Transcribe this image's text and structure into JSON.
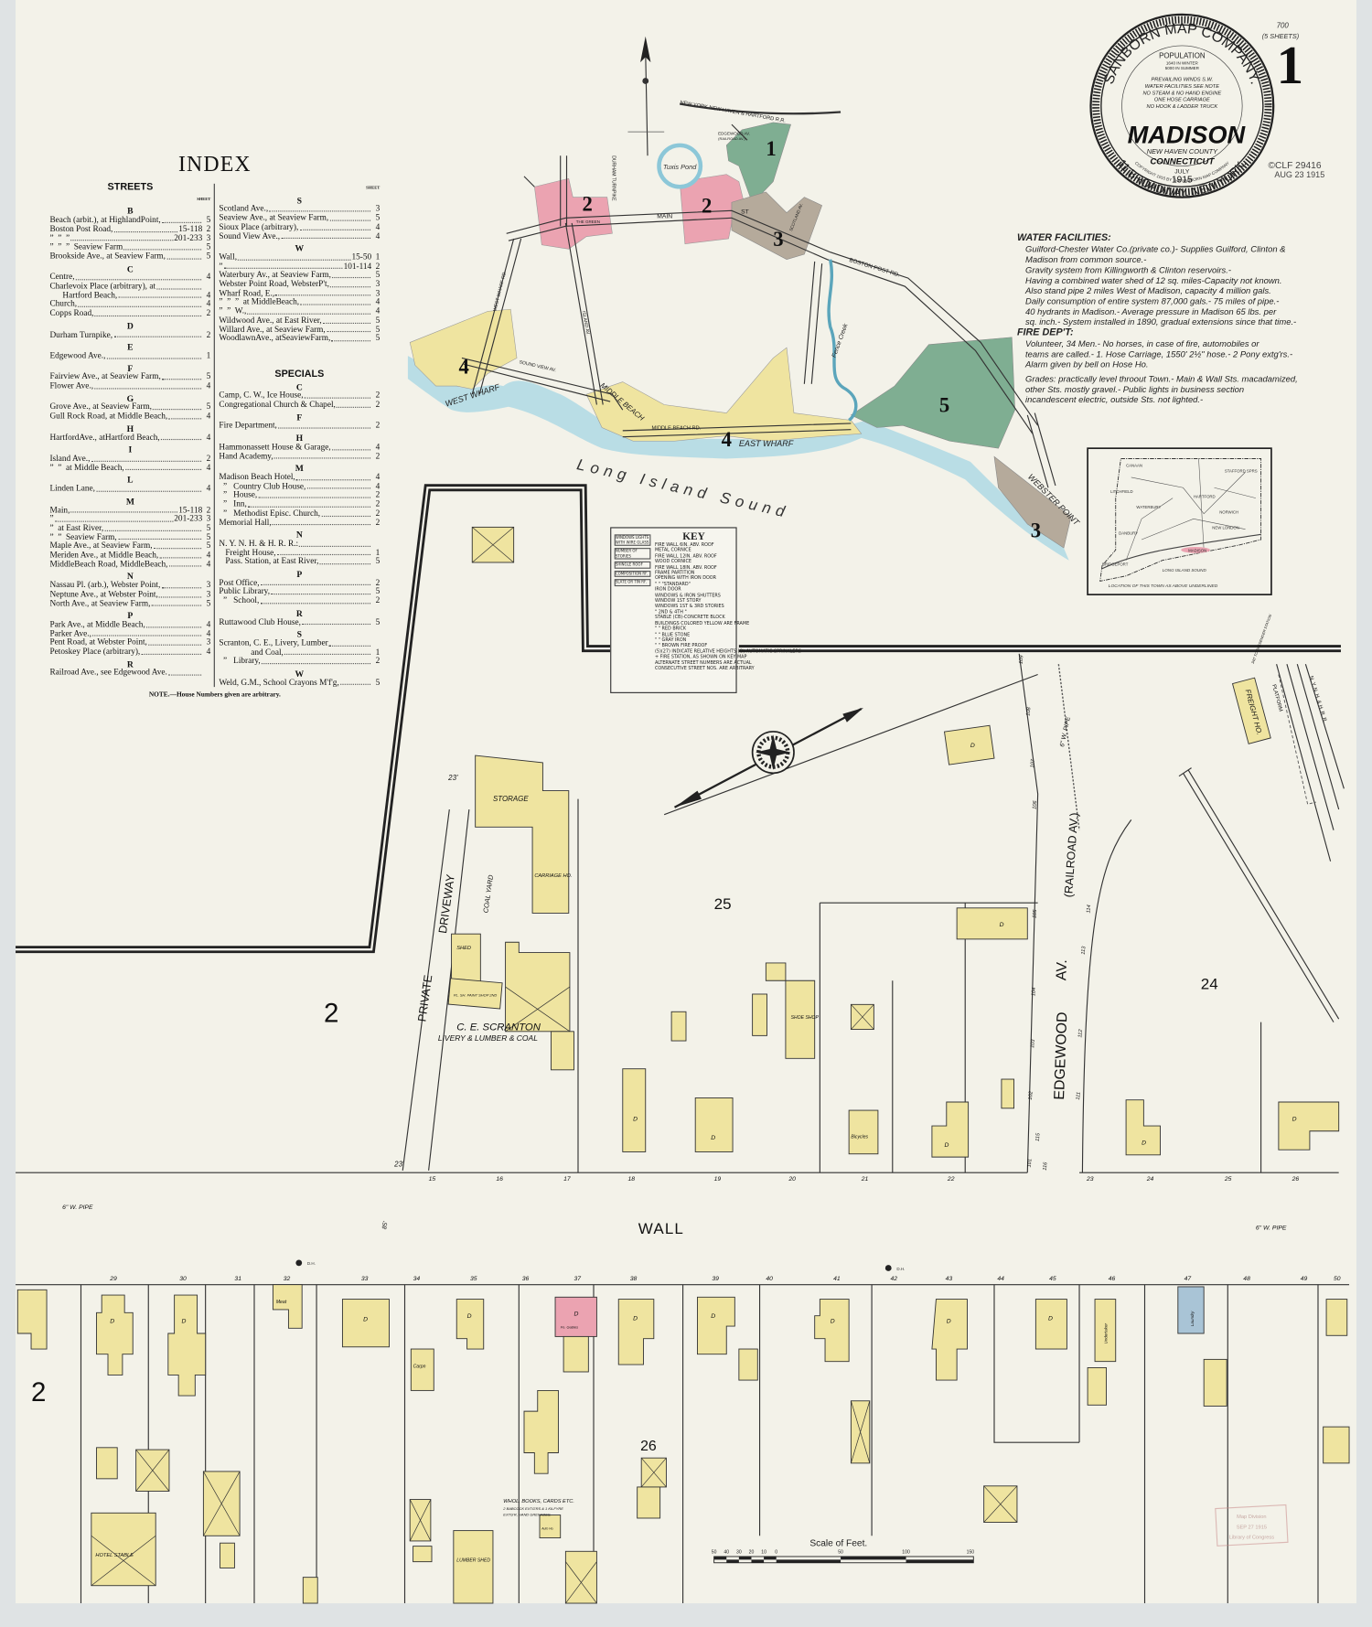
{
  "title_block": {
    "company": "SANBORN MAP COMPANY.",
    "population_label": "POPULATION",
    "population_winter": "1640 IN WINTER",
    "population_summer": "5000 IN SUMMER",
    "seal_notes": [
      "PREVAILING WINDS S.W.",
      "WATER FACILITIES SEE NOTE",
      "NO STEAM & NO HAND ENGINE",
      "ONE HOSE CARRIAGE",
      "NO HOOK & LADDER TRUCK"
    ],
    "town": "MADISON",
    "county": "NEW HAVEN COUNTY",
    "state": "CONNECTICUT",
    "month": "JULY",
    "year": "1915",
    "address": "11 BROADWAY, NEW YORK.",
    "copyright": "COPYRIGHT 1915 BY THE SANBORN MAP COMPANY",
    "sheet_number": "1",
    "sheet_count_note": "700",
    "sheets_total": "(5 SHEETS)",
    "copyright_stamp_1": "©CLF 29416",
    "copyright_stamp_2": "AUG 23 1915"
  },
  "index": {
    "title": "INDEX",
    "sheet_label": "SHEET",
    "streets_heading": "STREETS",
    "specials_heading": "SPECIALS",
    "note": "NOTE.—House Numbers given are arbitrary.",
    "streets": [
      {
        "letter": "B",
        "entries": [
          {
            "name": "Beach (arbit.), at HighlandPoint,",
            "range": "",
            "sheet": "5"
          },
          {
            "name": "Boston Post Road,",
            "range": "15-118",
            "sheet": "2"
          },
          {
            "name": "”  ”  ”",
            "range": "201-233",
            "sheet": "3"
          },
          {
            "name": "”  ”  ”  Seaview Farm",
            "range": "",
            "sheet": "5"
          },
          {
            "name": "Brookside Ave., at Seaview Farm,",
            "range": "",
            "sheet": "5"
          }
        ]
      },
      {
        "letter": "C",
        "entries": [
          {
            "name": "Centre,",
            "range": "",
            "sheet": "4"
          },
          {
            "name": "Charlevoix Place (arbitrary), at",
            "range": "",
            "sheet": ""
          },
          {
            "name": "      Hartford Beach,",
            "range": "",
            "sheet": "4"
          },
          {
            "name": "Church,",
            "range": "",
            "sheet": "4"
          },
          {
            "name": "Copps Road,",
            "range": "",
            "sheet": "2"
          }
        ]
      },
      {
        "letter": "D",
        "entries": [
          {
            "name": "Durham Turnpike,",
            "range": "",
            "sheet": "2"
          }
        ]
      },
      {
        "letter": "E",
        "entries": [
          {
            "name": "Edgewood Ave.,",
            "range": "",
            "sheet": "1"
          }
        ]
      },
      {
        "letter": "F",
        "entries": [
          {
            "name": "Fairview Ave., at Seaview Farm,",
            "range": "",
            "sheet": "5"
          },
          {
            "name": "Flower Ave.,",
            "range": "",
            "sheet": "4"
          }
        ]
      },
      {
        "letter": "G",
        "entries": [
          {
            "name": "Grove Ave., at Seaview Farm,",
            "range": "",
            "sheet": "5"
          },
          {
            "name": "Gull Rock Road, at Middle Beach,",
            "range": "",
            "sheet": "4"
          }
        ]
      },
      {
        "letter": "H",
        "entries": [
          {
            "name": "HartfordAve., atHartford Beach,",
            "range": "",
            "sheet": "4"
          }
        ]
      },
      {
        "letter": "I",
        "entries": [
          {
            "name": "Island Ave.,",
            "range": "",
            "sheet": "2"
          },
          {
            "name": "”  ”  at Middle Beach,",
            "range": "",
            "sheet": "4"
          }
        ]
      },
      {
        "letter": "L",
        "entries": [
          {
            "name": "Linden Lane,",
            "range": "",
            "sheet": "4"
          }
        ]
      },
      {
        "letter": "M",
        "entries": [
          {
            "name": "Main,",
            "range": "15-118",
            "sheet": "2"
          },
          {
            "name": "”",
            "range": "201-233",
            "sheet": "3"
          },
          {
            "name": "”  at East River,",
            "range": "",
            "sheet": "5"
          },
          {
            "name": "”  ”  Seaview Farm,",
            "range": "",
            "sheet": "5"
          },
          {
            "name": "Maple Ave., at Seaview Farm,",
            "range": "",
            "sheet": "5"
          },
          {
            "name": "Meriden Ave., at Middle Beach,",
            "range": "",
            "sheet": "4"
          },
          {
            "name": "MiddleBeach Road, MiddleBeach,",
            "range": "",
            "sheet": "4"
          }
        ]
      },
      {
        "letter": "N",
        "entries": [
          {
            "name": "Nassau Pl. (arb.), Webster Point,",
            "range": "",
            "sheet": "3"
          },
          {
            "name": "Neptune Ave., at Webster Point,",
            "range": "",
            "sheet": "3"
          },
          {
            "name": "North Ave., at Seaview Farm,",
            "range": "",
            "sheet": "5"
          }
        ]
      },
      {
        "letter": "P",
        "entries": [
          {
            "name": "Park Ave., at Middle Beach,",
            "range": "",
            "sheet": "4"
          },
          {
            "name": "Parker Ave.,",
            "range": "",
            "sheet": "4"
          },
          {
            "name": "Pent Road, at Webster Point,",
            "range": "",
            "sheet": "3"
          },
          {
            "name": "Petoskey Place (arbitrary),",
            "range": "",
            "sheet": "4"
          }
        ]
      },
      {
        "letter": "R",
        "entries": [
          {
            "name": "Railroad Ave., see Edgewood Ave.",
            "range": "",
            "sheet": ""
          }
        ]
      }
    ],
    "streets_right": [
      {
        "letter": "S",
        "entries": [
          {
            "name": "Scotland Ave.,",
            "range": "",
            "sheet": "3"
          },
          {
            "name": "Seaview Ave., at Seaview Farm,",
            "range": "",
            "sheet": "5"
          },
          {
            "name": "Sioux Place (arbitrary),",
            "range": "",
            "sheet": "4"
          },
          {
            "name": "Sound View Ave.,",
            "range": "",
            "sheet": "4"
          }
        ]
      },
      {
        "letter": "W",
        "entries": [
          {
            "name": "Wall,",
            "range": "15-50",
            "sheet": "1"
          },
          {
            "name": "”",
            "range": "101-114",
            "sheet": "2"
          },
          {
            "name": "Waterbury Av., at Seaview Farm,",
            "range": "",
            "sheet": "5"
          },
          {
            "name": "Webster Point Road, WebsterP't,",
            "range": "",
            "sheet": "3"
          },
          {
            "name": "Wharf Road, E.,",
            "range": "",
            "sheet": "3"
          },
          {
            "name": "”  ”  ”  at MiddleBeach,",
            "range": "",
            "sheet": "4"
          },
          {
            "name": "”  ”  W.,",
            "range": "",
            "sheet": "4"
          },
          {
            "name": "Wildwood Ave., at East River,",
            "range": "",
            "sheet": "5"
          },
          {
            "name": "Willard Ave., at Seaview Farm,",
            "range": "",
            "sheet": "5"
          },
          {
            "name": "WoodlawnAve., atSeaviewFarm,",
            "range": "",
            "sheet": "5"
          }
        ]
      }
    ],
    "specials": [
      {
        "letter": "C",
        "entries": [
          {
            "name": "Camp, C. W., Ice House,",
            "range": "",
            "sheet": "2"
          },
          {
            "name": "Congregational Church & Chapel,",
            "range": "",
            "sheet": "2"
          }
        ]
      },
      {
        "letter": "F",
        "entries": [
          {
            "name": "Fire Department,",
            "range": "",
            "sheet": "2"
          }
        ]
      },
      {
        "letter": "H",
        "entries": [
          {
            "name": "Hammonassett House & Garage,",
            "range": "",
            "sheet": "4"
          },
          {
            "name": "Hand Academy,",
            "range": "",
            "sheet": "2"
          }
        ]
      },
      {
        "letter": "M",
        "entries": [
          {
            "name": "Madison Beach Hotel,",
            "range": "",
            "sheet": "4"
          },
          {
            "name": "  ”   Country Club House,",
            "range": "",
            "sheet": "4"
          },
          {
            "name": "  ”   House,",
            "range": "",
            "sheet": "2"
          },
          {
            "name": "  ”   Inn,",
            "range": "",
            "sheet": "2"
          },
          {
            "name": "  ”   Methodist Episc. Church,",
            "range": "",
            "sheet": "2"
          },
          {
            "name": "Memorial Hall,",
            "range": "",
            "sheet": "2"
          }
        ]
      },
      {
        "letter": "N",
        "entries": [
          {
            "name": "N. Y. N. H. & H. R. R.:",
            "range": "",
            "sheet": ""
          },
          {
            "name": "   Freight House,",
            "range": "",
            "sheet": "1"
          },
          {
            "name": "   Pass. Station, at East River,",
            "range": "",
            "sheet": "5"
          }
        ]
      },
      {
        "letter": "P",
        "entries": [
          {
            "name": "Post Office,",
            "range": "",
            "sheet": "2"
          },
          {
            "name": "Public Library,",
            "range": "",
            "sheet": "5"
          },
          {
            "name": "  ”   School,",
            "range": "",
            "sheet": "2"
          }
        ]
      },
      {
        "letter": "R",
        "entries": [
          {
            "name": "Ruttawood Club House,",
            "range": "",
            "sheet": "5"
          }
        ]
      },
      {
        "letter": "S",
        "entries": [
          {
            "name": "Scranton, C. E., Livery, Lumber",
            "range": "",
            "sheet": ""
          },
          {
            "name": "               and Coal,",
            "range": "",
            "sheet": "1"
          },
          {
            "name": "  ”   Library,",
            "range": "",
            "sheet": "2"
          }
        ]
      },
      {
        "letter": "W",
        "entries": [
          {
            "name": "Weld, G.M., School Crayons M'f'g,",
            "range": "",
            "sheet": "5"
          }
        ]
      }
    ]
  },
  "notes": {
    "water_heading": "WATER FACILITIES:",
    "water_lines": [
      "Guilford-Chester Water Co.(private co.)- Supplies Guilford, Clinton &",
      "Madison from common source.-",
      "Gravity system from Killingworth & Clinton reservoirs.-",
      "Having a combined water shed of 12 sq. miles-Capacity not known.",
      "Also stand pipe 2 miles West of Madison, capacity 4 million gals.",
      "Daily consumption of entire system 87,000 gals.- 75 miles of pipe.-",
      "40 hydrants in Madison.- Average pressure in Madison 65 lbs. per",
      "sq. inch.- System installed in 1890, gradual extensions since that time.-"
    ],
    "fire_heading": "FIRE DEP'T:",
    "fire_lines": [
      "Volunteer, 34 Men.- No horses, in case of fire, automobiles or",
      "teams are called.- 1. Hose Carriage, 1550' 2½\" hose.- 2 Pony extg'rs.-",
      "Alarm given by bell on Hose Ho."
    ],
    "grades_lines": [
      "Grades: practically level throout Town.- Main & Wall Sts. macadamized,",
      "other Sts. mostly gravel.- Public lights in business section",
      "incandescent electric, outside Sts. not lighted.-"
    ]
  },
  "key": {
    "title": "KEY",
    "side_labels": [
      "WINDOWS LIGHTS WITH WIRE GLASS",
      "NUMBER OF STORIES",
      "SHINGLE ROOF",
      "COMPOSITION RF.",
      "SLATE OR TIN RF."
    ],
    "lines": [
      "FIRE WALL 6IN. ABV. ROOF",
      "METAL CORNICE",
      "FIRE WALL 12IN. ABV. ROOF",
      "WOOD CORNICE",
      "FIRE WALL 18IN. ABV. ROOF",
      "FRAME PARTITION",
      "OPENING WITH IRON DOOR",
      "  \"    \"  \"STANDARD\"",
      "IRON DOOR",
      "WINDOWS & IRON SHUTTERS",
      "WINDOW 1ST STORY",
      "WINDOWS 1ST & 3RD STORIES",
      "  \"   2ND & 4TH   \"",
      "STABLE (CB)-CONCRETE BLOCK",
      "BUILDINGS COLORED YELLOW ARE FRAME",
      "  \"   \"  RED    BRICK",
      "  \"   \"  BLUE   STONE",
      "  \"   \"  GRAY   IRON",
      "  \"   \"  BROWN  FIRE PROOF",
      "(5)(27) INDICATE RELATIVE HEIGHTS  (O) AUTOMATIC SPRINKLERS",
      "+ FIRE STATION, AS SHOWN ON KEY MAP",
      "ALTERNATE STREET NUMBERS ARE ACTUAL",
      "CONSECUTIVE STREET NOS. ARE ARBITRARY"
    ]
  },
  "key_map": {
    "railroad": "NEW YORK NEW HAVEN & HARTFORD R.R.",
    "edgewood": "EDGEWOOD AV.",
    "railroad_av": "(RAILROAD AV.)",
    "pond": "Tuxis Pond",
    "the_green": "THE GREEN",
    "main_st": "MAIN",
    "st": "ST",
    "boston_post_rd": "BOSTON POST RD.",
    "durham_turnpike": "DURHAM TURNPIKE",
    "west_wharf_rd": "WEST WHARF RD.",
    "island_av": "ISLAND AV.",
    "sound_view_av": "SOUND VIEW AV.",
    "west_wharf": "WEST WHARF",
    "middle_beach": "MIDDLE BEACH",
    "middle_beach_rd": "MIDDLE   BEACH   RD.",
    "east_wharf": "EAST WHARF",
    "fence_creek": "Fence Creek",
    "webster_point": "WEBSTER POINT",
    "scotland_av": "SCOTLAND AV.",
    "sound": "Long  Island  Sound",
    "sheets": [
      "1",
      "2",
      "2",
      "3",
      "4",
      "4",
      "5",
      "3"
    ],
    "colors": {
      "sheet_1": "#7fae92",
      "sheet_2": "#eba3b1",
      "sheet_3": "#b5aa9b",
      "sheet_4": "#efe4a0",
      "sheet_5": "#7fae92",
      "water": "#b9dde5"
    }
  },
  "inset_map": {
    "towns": [
      "CANAAN",
      "STAFFORD SPRS",
      "LITCHFIELD",
      "HARTFORD",
      "WATERBURY",
      "NORWICH",
      "NEW LONDON",
      "DANBURY",
      "MADISON",
      "BRIDGEPORT"
    ],
    "water": "LONG ISLAND SOUND",
    "caption": "LOCATION OF THIS TOWN AS ABOVE UNDERLINED"
  },
  "map": {
    "blocks": [
      "2",
      "25",
      "24",
      "2",
      "26"
    ],
    "wall": "WALL",
    "private": "PRIVATE",
    "driveway": "DRIVEWAY",
    "coal_yard": "COAL YARD",
    "edgewood": "EDGEWOOD",
    "av": "AV.",
    "railroad_av": "(RAILROAD  AV.)",
    "pipe_6": "6\" W. PIPE",
    "pipe_wall_west": "6\" W. PIPE",
    "pipe_wall_east": "6\" W. PIPE",
    "width_23": "23'",
    "width_85": "85'",
    "freight_house": "FREIGHT HO.",
    "platform": "PLATFORM",
    "nyrr": "N. Y. N. H. & H. R. R.",
    "to_station": "340' TO PASSENGER STATION",
    "scranton_1": "C. E. SCRANTON",
    "scranton_2": "LIVERY & LUMBER & COAL",
    "storage": "STORAGE",
    "carriage_ho": "CARRIAGE HO.",
    "shed": "SHED",
    "paint_shop": "PL. SH. PAINT SHOP 2ND",
    "shoe_shop": "SHOE SHOP",
    "bicycles": "Bicycles",
    "meat": "Meat",
    "carpn": "Carpn",
    "fo_gables": "Fo. Gables",
    "undertaker": "Undertaker",
    "laundry": "Laundry",
    "hotel_stable": "HOTEL STABLE",
    "lumber_shed": "LUMBER SHED",
    "auto_ho": "Auto Ho.",
    "books_1": "WHOL. BOOKS, CARDS ETC.",
    "books_2": "2 BABCOCK EXTG'RS & 1 KILFYRE",
    "books_3": "EXTG'R, HAND GRENADES.",
    "dwelling": "D",
    "hydrant": "D.H.",
    "lots_north_wall": [
      "15",
      "16",
      "17",
      "18",
      "19",
      "20",
      "21",
      "22",
      "23",
      "24",
      "25",
      "26"
    ],
    "lots_south_wall": [
      "29",
      "30",
      "31",
      "32",
      "33",
      "34",
      "35",
      "36",
      "37",
      "38",
      "39",
      "40",
      "41",
      "42",
      "43",
      "44",
      "45",
      "46",
      "47",
      "48",
      "49",
      "50"
    ],
    "edgewood_numbers": [
      "109",
      "108",
      "107",
      "106",
      "105",
      "104",
      "103",
      "102",
      "101",
      "111",
      "112",
      "113",
      "114",
      "115",
      "116"
    ]
  },
  "scale": {
    "title": "Scale of Feet.",
    "ticks": [
      "50",
      "40",
      "30",
      "20",
      "10",
      "0",
      "50",
      "100",
      "150"
    ]
  },
  "stamp": {
    "line1": "Map Division",
    "line2": "SEP 27 1915",
    "line3": "Library of Congress"
  }
}
